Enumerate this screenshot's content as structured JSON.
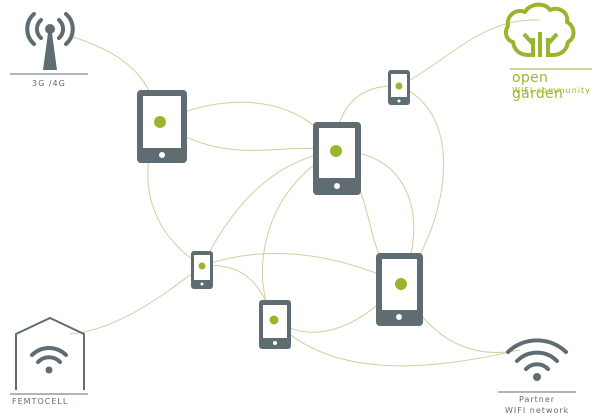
{
  "colors": {
    "device": "#5f6d72",
    "screen": "#ffffff",
    "accent": "#98b52e",
    "link": "#c8d4a0",
    "text": "#5f6b70"
  },
  "icons": {
    "cell_tower": "cell-tower-icon",
    "tree": "tree-icon",
    "femtocell": "house-wifi-icon",
    "partner_wifi": "wifi-icon",
    "device": "mobile-device-icon"
  },
  "labels": {
    "cell_network": "3G /4G",
    "femtocell": "FEMTOCELL",
    "open_garden_name": "open garden",
    "open_garden_tagline": "WIFI community",
    "partner_line1": "Partner",
    "partner_line2": "WIFI network"
  }
}
